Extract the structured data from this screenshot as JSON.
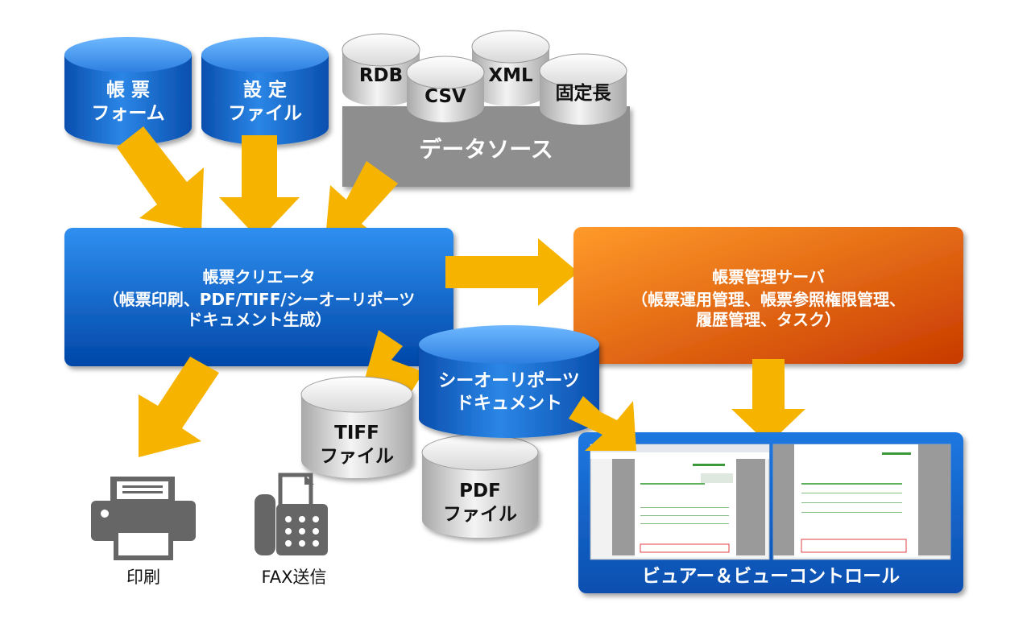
{
  "colors": {
    "blue_dark": "#0047a8",
    "blue_light": "#2f8ff0",
    "gray": "#8e8e8e",
    "gray_light": "#e8e8e8",
    "orange_dark": "#c83a00",
    "orange_light": "#ff9a2a",
    "arrow": "#f6b400",
    "icon": "#666666"
  },
  "inputs": {
    "form_db": "帳 票\nフォーム",
    "config_db": "設 定\nファイル"
  },
  "data_source": {
    "label": "データソース",
    "items": [
      "RDB",
      "CSV",
      "XML",
      "固定長"
    ]
  },
  "creator": {
    "title": "帳票クリエータ",
    "detail": "（帳票印刷、PDF/TIFF/シーオーリポーツ\nドキュメント生成）"
  },
  "server": {
    "title": "帳票管理サーバ",
    "detail": "（帳票運用管理、帳票参照権限管理、\n履歴管理、タスク）"
  },
  "outputs": {
    "co_document": "シーオーリポーツ\nドキュメント",
    "tiff_file": "TIFF\nファイル",
    "pdf_file": "PDF\nファイル",
    "print_label": "印刷",
    "fax_label": "FAX送信"
  },
  "viewer": {
    "label": "ビュアー＆ビューコントロール"
  }
}
